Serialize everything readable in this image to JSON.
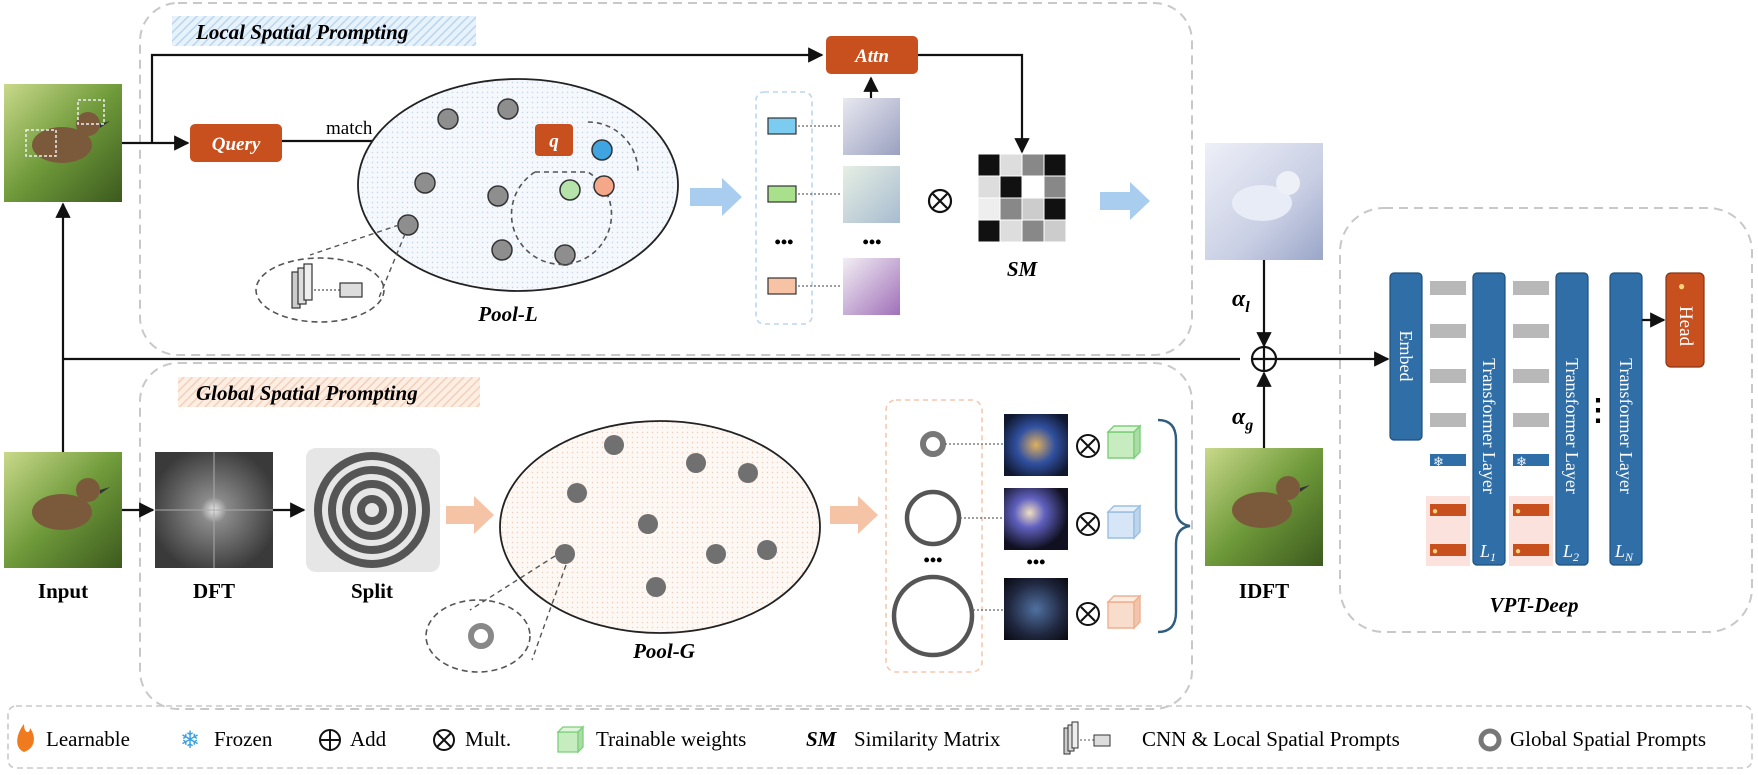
{
  "local": {
    "section_title": "Local Spatial Prompting",
    "query_label": "Query",
    "match_label": "match",
    "q_label": "q",
    "attn_label": "Attn",
    "pool_label": "Pool-L",
    "sm_label": "SM",
    "ellipsis": "•••"
  },
  "global": {
    "section_title": "Global Spatial Prompting",
    "pool_label": "Pool-G",
    "ellipsis": "•••"
  },
  "stages": {
    "input": "Input",
    "dft": "DFT",
    "split": "Split",
    "idft": "IDFT"
  },
  "fusion": {
    "alpha_l": "α",
    "alpha_l_sub": "l",
    "alpha_g": "α",
    "alpha_g_sub": "g"
  },
  "vpt": {
    "title": "VPT-Deep",
    "embed": "Embed",
    "layer": "Transformer Layer",
    "head": "Head",
    "l1": "L",
    "l1_sub": "1",
    "l2": "L",
    "l2_sub": "2",
    "ln": "L",
    "ln_sub": "N",
    "ellipsis": "⋮"
  },
  "legend": {
    "learnable": "Learnable",
    "frozen": "Frozen",
    "add": "Add",
    "mult": "Mult.",
    "trainable": "Trainable weights",
    "sm_abbrev": "SM",
    "sm_text": "Similarity Matrix",
    "cnn": "CNN & Local Spatial Prompts",
    "global": "Global Spatial Prompts"
  },
  "colors": {
    "accent_orange": "#c8501e",
    "vpt_blue": "#2f6ea6",
    "local_arrow": "#a9cdef",
    "global_arrow": "#f5c4a7",
    "bracket": "#2f5d7f"
  }
}
